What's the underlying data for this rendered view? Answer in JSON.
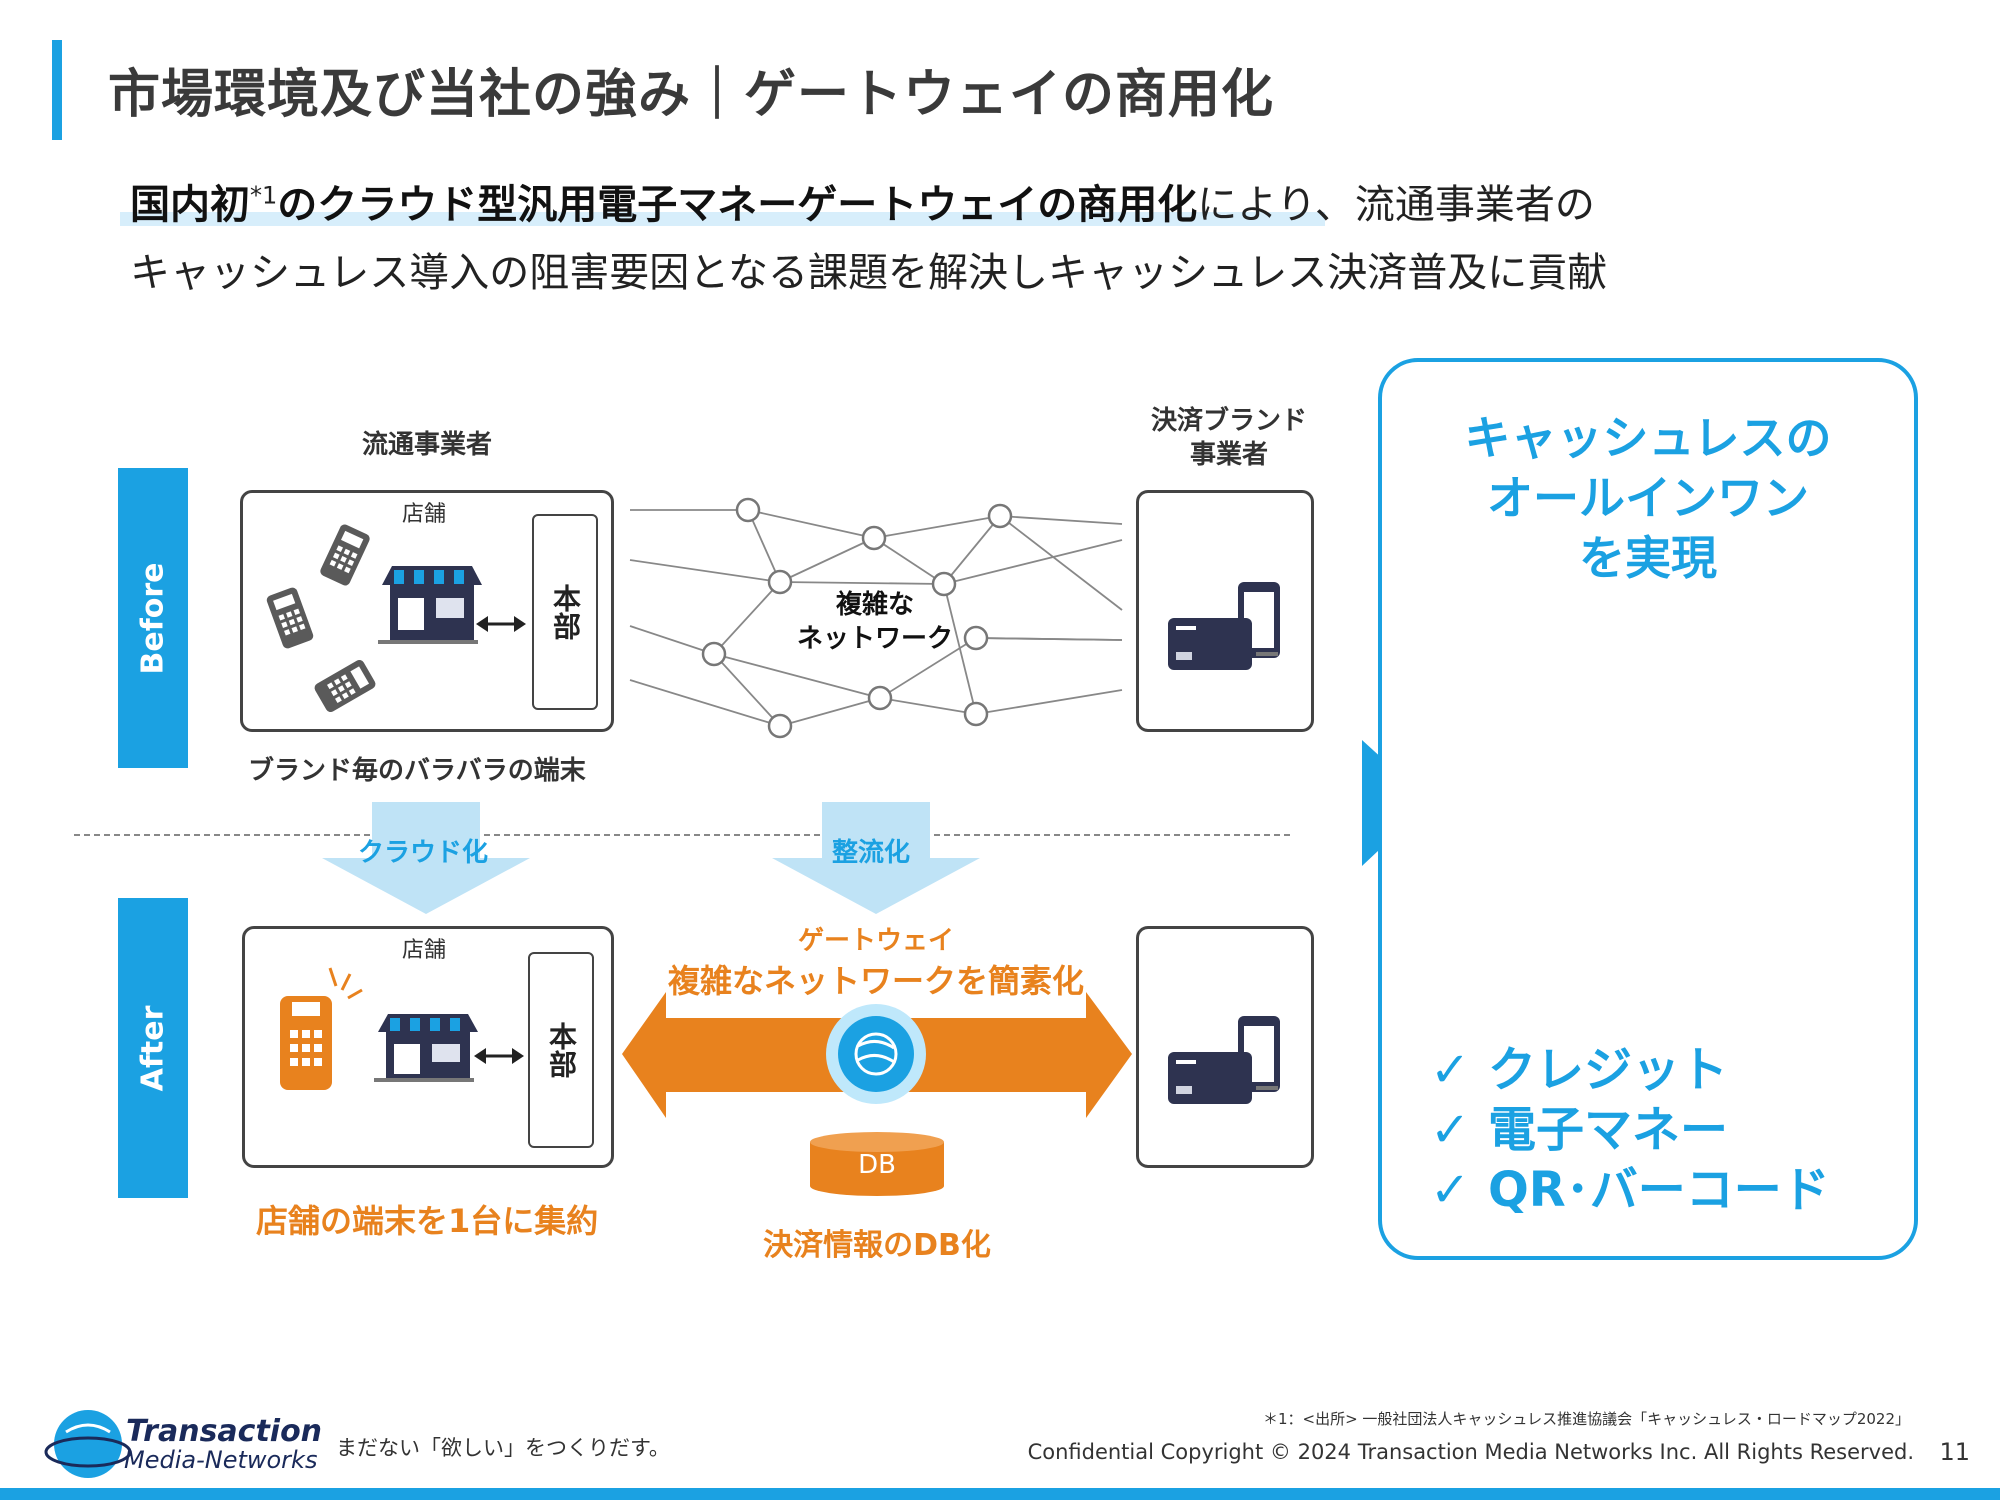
{
  "header": {
    "title": "市場環境及び当社の強み｜ゲートウェイの商用化"
  },
  "lead": {
    "bold_text": "国内初",
    "sup": "*1",
    "bold_text2": "のクラウド型汎用電子マネーゲートウェイの商用化",
    "normal_text": "により、流通事業者の",
    "line2": "キャッシュレス導入の阻害要因となる課題を解決しキャッシュレス決済普及に貢献"
  },
  "diagram": {
    "before_label": "Before",
    "after_label": "After",
    "retailer_label": "流通事業者",
    "brand_label": "決済ブランド\n事業者",
    "store_label": "店舗",
    "hq_label": "本部",
    "network_label": "複雑な\nネットワーク",
    "before_caption": "ブランド毎のバラバラの端末",
    "cloud_arrow_label": "クラウド化",
    "organize_arrow_label": "整流化",
    "after_store_label": "店舗",
    "after_hq_label": "本部",
    "gateway_title": "ゲートウェイ",
    "gateway_subtitle": "複雑なネットワークを簡素化",
    "db_label": "DB",
    "after_caption": "店舗の端末を1台に集約",
    "db_caption": "決済情報のDB化"
  },
  "panel": {
    "title": "キャッシュレスの\nオールインワン\nを実現",
    "checks": [
      "クレジット",
      "電子マネー",
      "QR･バーコード"
    ],
    "check_mark": "✓"
  },
  "footer": {
    "footnote": "＊1：<出所> 一般社団法人キャッシュレス推進協議会「キャッシュレス・ロードマップ2022」",
    "copyright": "Confidential  Copyright © 2024 Transaction Media Networks Inc. All Rights Reserved.",
    "page_number": "11",
    "tagline": "まだない「欲しい」をつくりだす。",
    "logo_line1": "Transaction",
    "logo_line2": "Media-Networks"
  },
  "colors": {
    "accent_blue": "#1ba1e2",
    "accent_orange": "#e8821e",
    "dark_icon": "#2e3350"
  }
}
